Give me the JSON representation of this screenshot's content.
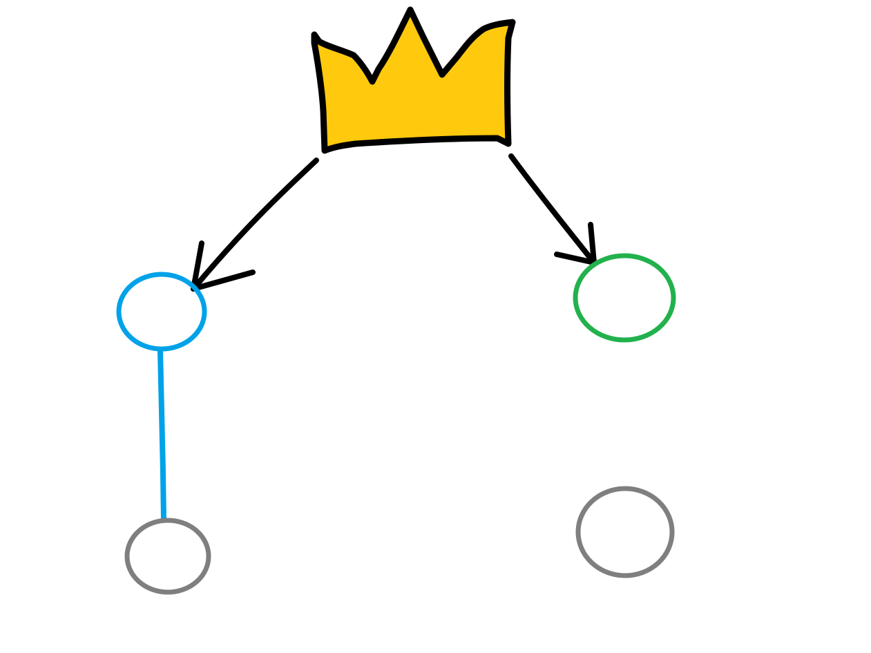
{
  "diagram": {
    "background": "#ffffff",
    "colors": {
      "crown_fill": "#FFC90E",
      "stroke_black": "#000000",
      "blue": "#00A2E8",
      "green": "#22B14C",
      "gray": "#7F7F7F"
    },
    "icons": {
      "crown": "crown-icon"
    },
    "nodes": [
      {
        "id": "blue-node",
        "color_key": "blue"
      },
      {
        "id": "green-node",
        "color_key": "green"
      },
      {
        "id": "gray-node-left",
        "color_key": "gray"
      },
      {
        "id": "gray-node-right",
        "color_key": "gray"
      }
    ],
    "edges": [
      {
        "from": "crown",
        "to": "blue-node",
        "type": "arrow"
      },
      {
        "from": "crown",
        "to": "green-node",
        "type": "arrow"
      },
      {
        "from": "blue-node",
        "to": "gray-node-left",
        "type": "line"
      }
    ]
  }
}
